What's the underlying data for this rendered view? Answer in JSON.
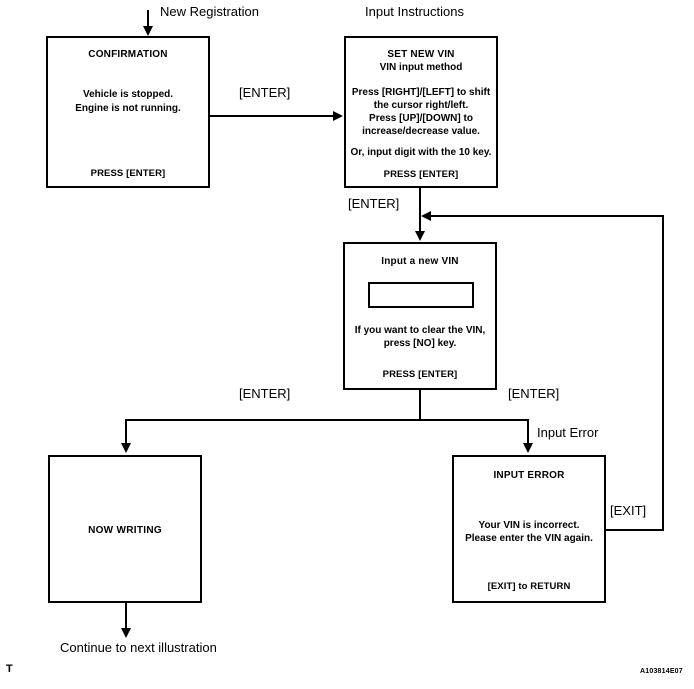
{
  "figure": {
    "id_code": "A103814E07",
    "corner_mark": "T"
  },
  "labels": {
    "new_registration": "New Registration",
    "input_instructions": "Input Instructions",
    "enter_1": "[ENTER]",
    "enter_2": "[ENTER]",
    "enter_3": "[ENTER]",
    "enter_4": "[ENTER]",
    "exit": "[EXIT]",
    "input_error_branch": "Input Error",
    "continue_next": "Continue to next illustration"
  },
  "screens": {
    "confirmation": {
      "title": "CONFIRMATION",
      "line1": "Vehicle is stopped.",
      "line2": "Engine is not running.",
      "footer": "PRESS [ENTER]"
    },
    "set_new_vin": {
      "title": "SET NEW VIN",
      "subtitle": "VIN input method",
      "line1": "Press [RIGHT]/[LEFT] to shift",
      "line2": "the cursor right/left.",
      "line3": "Press [UP]/[DOWN]  to",
      "line4": "increase/decrease value.",
      "line5": "Or, input digit with the 10 key.",
      "footer": "PRESS [ENTER]"
    },
    "input_vin": {
      "title": "Input a new VIN",
      "field_value": "",
      "line1": "If you want to clear the VIN,",
      "line2": "press [NO] key.",
      "footer": "PRESS [ENTER]"
    },
    "now_writing": {
      "title": "NOW WRITING"
    },
    "input_error": {
      "title": "INPUT  ERROR",
      "line1": "Your VIN is incorrect.",
      "line2": "Please enter the VIN again.",
      "footer": "[EXIT] to RETURN"
    }
  },
  "flow": {
    "type": "flowchart",
    "nodes": [
      "CONFIRMATION",
      "SET NEW VIN",
      "Input a new VIN",
      "NOW WRITING",
      "INPUT  ERROR"
    ],
    "edges": [
      {
        "from": "start",
        "to": "CONFIRMATION",
        "label": "New Registration"
      },
      {
        "from": "CONFIRMATION",
        "to": "SET NEW VIN",
        "label": "[ENTER]"
      },
      {
        "from": "SET NEW VIN",
        "to": "Input a new VIN",
        "label": "[ENTER]"
      },
      {
        "from": "Input a new VIN",
        "to": "NOW WRITING",
        "label": "[ENTER]"
      },
      {
        "from": "Input a new VIN",
        "to": "INPUT  ERROR",
        "label": "[ENTER]"
      },
      {
        "from": "INPUT  ERROR",
        "to": "Input a new VIN",
        "label": "[EXIT]"
      },
      {
        "from": "NOW WRITING",
        "to": "end",
        "label": "Continue to next illustration"
      }
    ]
  }
}
